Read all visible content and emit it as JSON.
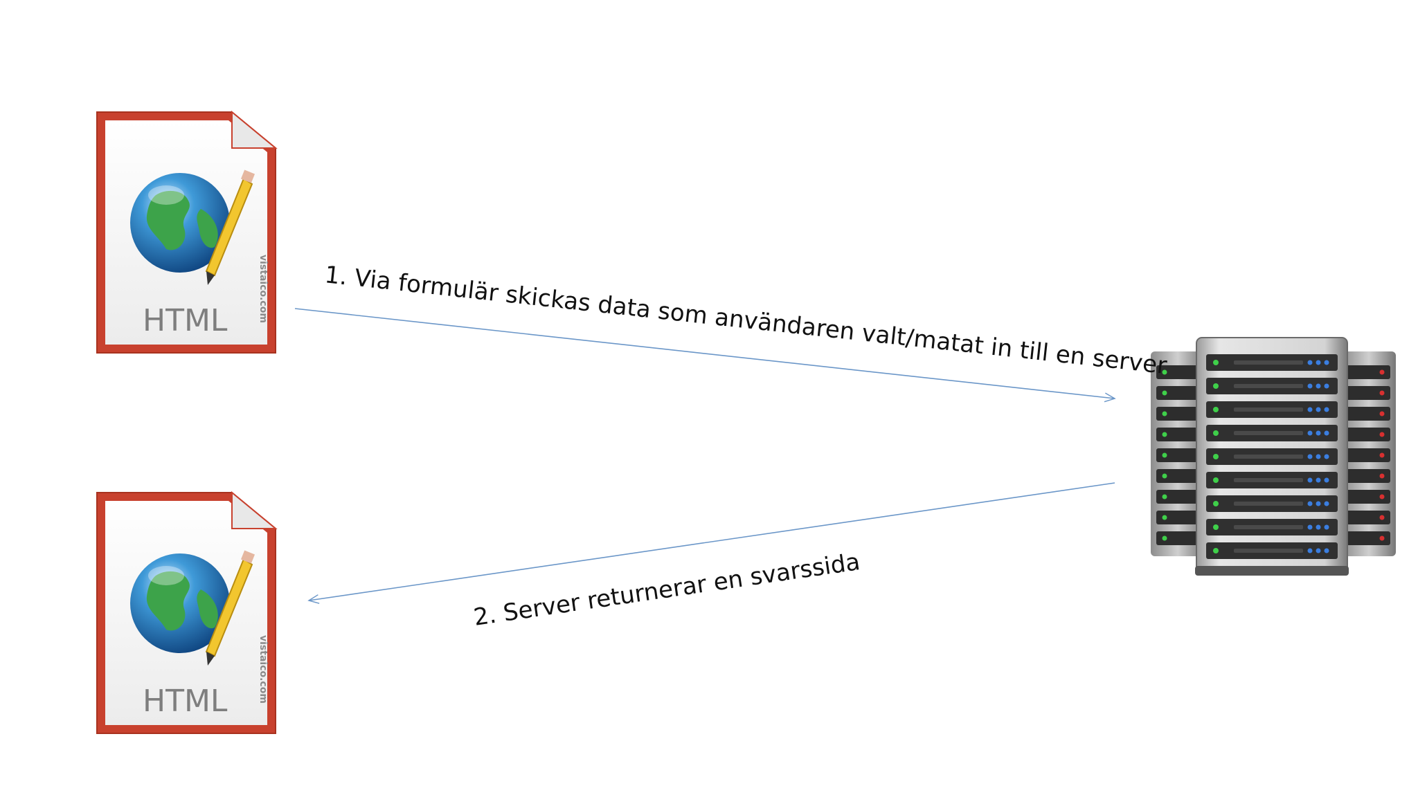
{
  "html_file_icon": {
    "label": "HTML",
    "watermark": "vistaico.com"
  },
  "steps": [
    {
      "text": "1. Via formulär skickas data som användaren valt/matat in till en server"
    },
    {
      "text": "2. Server returnerar en svarssida"
    }
  ],
  "colors": {
    "arrow": "#6a96c8",
    "document_border": "#c8412e",
    "server_body": "#3b3b3b"
  }
}
